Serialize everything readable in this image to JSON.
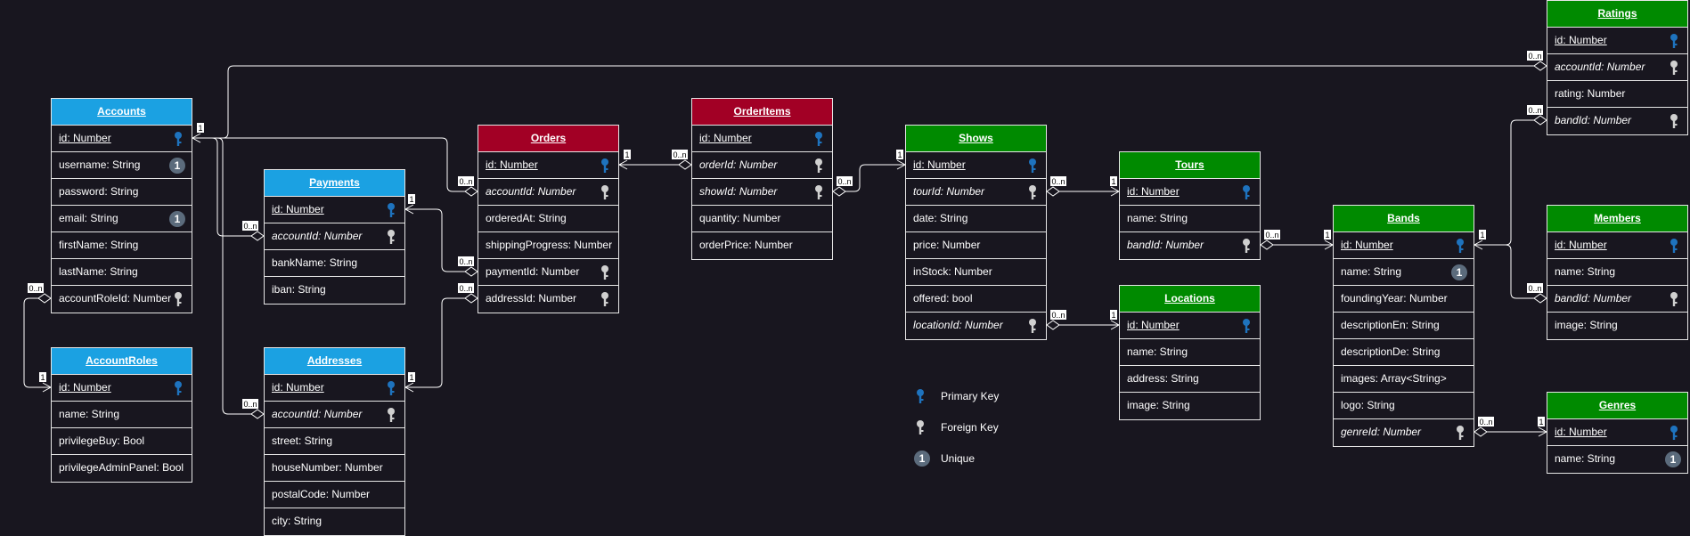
{
  "tables": {
    "accounts": {
      "name": "Accounts",
      "color": "#1ba1e2",
      "rows": [
        {
          "text": "id: Number",
          "kind": "pk",
          "icon": "primary-key"
        },
        {
          "text": "username: String",
          "kind": "",
          "icon": "unique"
        },
        {
          "text": "password: String",
          "kind": "",
          "icon": ""
        },
        {
          "text": "email: String",
          "kind": "",
          "icon": "unique"
        },
        {
          "text": "firstName: String",
          "kind": "",
          "icon": ""
        },
        {
          "text": "lastName: String",
          "kind": "",
          "icon": ""
        },
        {
          "text": "accountRoleId: Number",
          "kind": "",
          "icon": "foreign-key"
        }
      ]
    },
    "accountroles": {
      "name": "AccountRoles",
      "color": "#1ba1e2",
      "rows": [
        {
          "text": "id: Number",
          "kind": "pk",
          "icon": "primary-key"
        },
        {
          "text": "name: String",
          "kind": "",
          "icon": ""
        },
        {
          "text": "privilegeBuy: Bool",
          "kind": "",
          "icon": ""
        },
        {
          "text": "privilegeAdminPanel: Bool",
          "kind": "",
          "icon": ""
        }
      ]
    },
    "payments": {
      "name": "Payments",
      "color": "#1ba1e2",
      "rows": [
        {
          "text": "id: Number",
          "kind": "pk",
          "icon": "primary-key"
        },
        {
          "text": "accountId: Number",
          "kind": "fk",
          "icon": "foreign-key"
        },
        {
          "text": "bankName: String",
          "kind": "",
          "icon": ""
        },
        {
          "text": "iban: String",
          "kind": "",
          "icon": ""
        }
      ]
    },
    "addresses": {
      "name": "Addresses",
      "color": "#1ba1e2",
      "rows": [
        {
          "text": "id: Number",
          "kind": "pk",
          "icon": "primary-key"
        },
        {
          "text": "accountId: Number",
          "kind": "fk",
          "icon": "foreign-key"
        },
        {
          "text": "street: String",
          "kind": "",
          "icon": ""
        },
        {
          "text": "houseNumber: Number",
          "kind": "",
          "icon": ""
        },
        {
          "text": "postalCode: Number",
          "kind": "",
          "icon": ""
        },
        {
          "text": "city: String",
          "kind": "",
          "icon": ""
        }
      ]
    },
    "orders": {
      "name": "Orders",
      "color": "#a20025",
      "rows": [
        {
          "text": "id: Number",
          "kind": "pk",
          "icon": "primary-key"
        },
        {
          "text": "accountId: Number",
          "kind": "fk",
          "icon": "foreign-key"
        },
        {
          "text": "orderedAt: String",
          "kind": "",
          "icon": ""
        },
        {
          "text": "shippingProgress: Number",
          "kind": "",
          "icon": ""
        },
        {
          "text": "paymentId: Number",
          "kind": "",
          "icon": "foreign-key"
        },
        {
          "text": "addressId: Number",
          "kind": "",
          "icon": "foreign-key"
        }
      ]
    },
    "orderitems": {
      "name": "OrderItems",
      "color": "#a20025",
      "rows": [
        {
          "text": "id: Number",
          "kind": "pk",
          "icon": "primary-key"
        },
        {
          "text": "orderId: Number",
          "kind": "fk",
          "icon": "foreign-key"
        },
        {
          "text": "showId: Number",
          "kind": "fk",
          "icon": "foreign-key"
        },
        {
          "text": "quantity: Number",
          "kind": "",
          "icon": ""
        },
        {
          "text": "orderPrice: Number",
          "kind": "",
          "icon": ""
        }
      ]
    },
    "shows": {
      "name": "Shows",
      "color": "#008a00",
      "rows": [
        {
          "text": "id: Number",
          "kind": "pk",
          "icon": "primary-key"
        },
        {
          "text": "tourId: Number",
          "kind": "fk",
          "icon": "foreign-key"
        },
        {
          "text": "date: String",
          "kind": "",
          "icon": ""
        },
        {
          "text": "price: Number",
          "kind": "",
          "icon": ""
        },
        {
          "text": "inStock: Number",
          "kind": "",
          "icon": ""
        },
        {
          "text": "offered: bool",
          "kind": "",
          "icon": ""
        },
        {
          "text": "locationId: Number",
          "kind": "fk",
          "icon": "foreign-key"
        }
      ]
    },
    "tours": {
      "name": "Tours",
      "color": "#008a00",
      "rows": [
        {
          "text": "id: Number",
          "kind": "pk",
          "icon": "primary-key"
        },
        {
          "text": "name: String",
          "kind": "",
          "icon": ""
        },
        {
          "text": "bandId: Number",
          "kind": "fk",
          "icon": "foreign-key"
        }
      ]
    },
    "locations": {
      "name": "Locations",
      "color": "#008a00",
      "rows": [
        {
          "text": "id: Number",
          "kind": "pk",
          "icon": "primary-key"
        },
        {
          "text": "name: String",
          "kind": "",
          "icon": ""
        },
        {
          "text": "address: String",
          "kind": "",
          "icon": ""
        },
        {
          "text": "image: String",
          "kind": "",
          "icon": ""
        }
      ]
    },
    "bands": {
      "name": "Bands",
      "color": "#008a00",
      "rows": [
        {
          "text": "id: Number",
          "kind": "pk",
          "icon": "primary-key"
        },
        {
          "text": "name: String",
          "kind": "",
          "icon": "unique"
        },
        {
          "text": "foundingYear: Number",
          "kind": "",
          "icon": ""
        },
        {
          "text": "descriptionEn: String",
          "kind": "",
          "icon": ""
        },
        {
          "text": "descriptionDe: String",
          "kind": "",
          "icon": ""
        },
        {
          "text": "images: Array<String>",
          "kind": "",
          "icon": ""
        },
        {
          "text": "logo: String",
          "kind": "",
          "icon": ""
        },
        {
          "text": "genreId: Number",
          "kind": "fk",
          "icon": "foreign-key"
        }
      ]
    },
    "ratings": {
      "name": "Ratings",
      "color": "#008a00",
      "rows": [
        {
          "text": "id: Number",
          "kind": "pk",
          "icon": "primary-key"
        },
        {
          "text": "accountId: Number",
          "kind": "fk",
          "icon": "foreign-key"
        },
        {
          "text": "rating: Number",
          "kind": "",
          "icon": ""
        },
        {
          "text": "bandId: Number",
          "kind": "fk",
          "icon": "foreign-key"
        }
      ]
    },
    "members": {
      "name": "Members",
      "color": "#008a00",
      "rows": [
        {
          "text": "id: Number",
          "kind": "pk",
          "icon": "primary-key"
        },
        {
          "text": "name: String",
          "kind": "",
          "icon": ""
        },
        {
          "text": "bandId: Number",
          "kind": "fk",
          "icon": "foreign-key"
        },
        {
          "text": "image: String",
          "kind": "",
          "icon": ""
        }
      ]
    },
    "genres": {
      "name": "Genres",
      "color": "#008a00",
      "rows": [
        {
          "text": "id: Number",
          "kind": "pk",
          "icon": "primary-key"
        },
        {
          "text": "name: String",
          "kind": "",
          "icon": "unique"
        }
      ]
    }
  },
  "legend": {
    "primary_key": "Primary Key",
    "foreign_key": "Foreign Key",
    "unique": "Unique",
    "unique_glyph": "1"
  },
  "multiplicity": {
    "one": "1",
    "many": "0..n"
  },
  "colors": {
    "primary_key_icon": "#1e73be",
    "foreign_key_icon": "#d0d0d0",
    "connector": "#ffffff"
  }
}
